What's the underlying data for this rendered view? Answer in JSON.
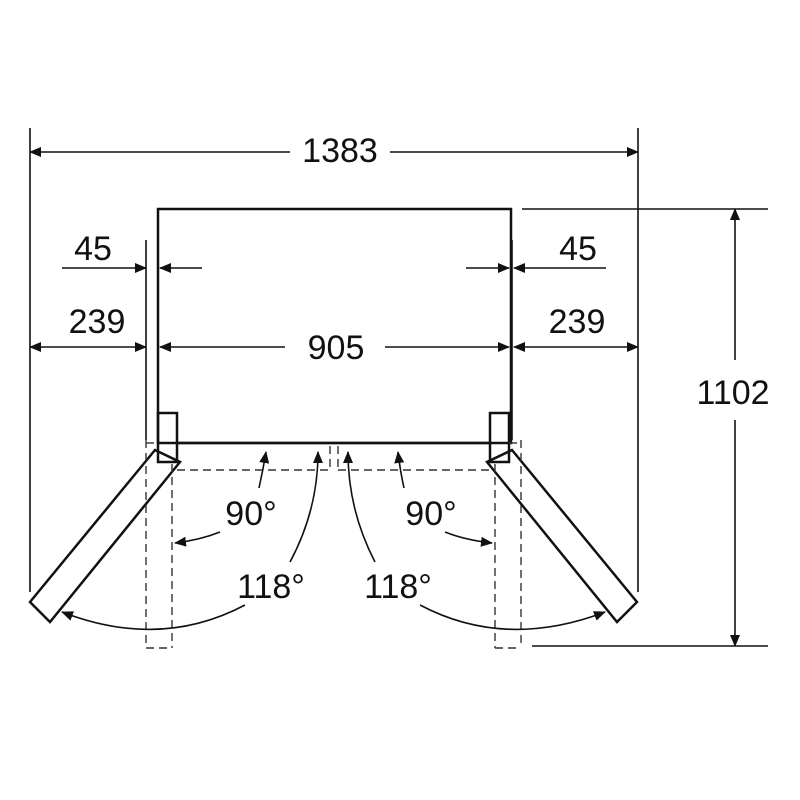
{
  "diagram": {
    "overall_width": "1383",
    "body_width": "905",
    "side_clearance_left": "239",
    "side_clearance_right": "239",
    "hinge_offset_left": "45",
    "hinge_offset_right": "45",
    "depth_open": "1102",
    "angle_small_left": "90°",
    "angle_small_right": "90°",
    "angle_large_left": "118°",
    "angle_large_right": "118°"
  }
}
